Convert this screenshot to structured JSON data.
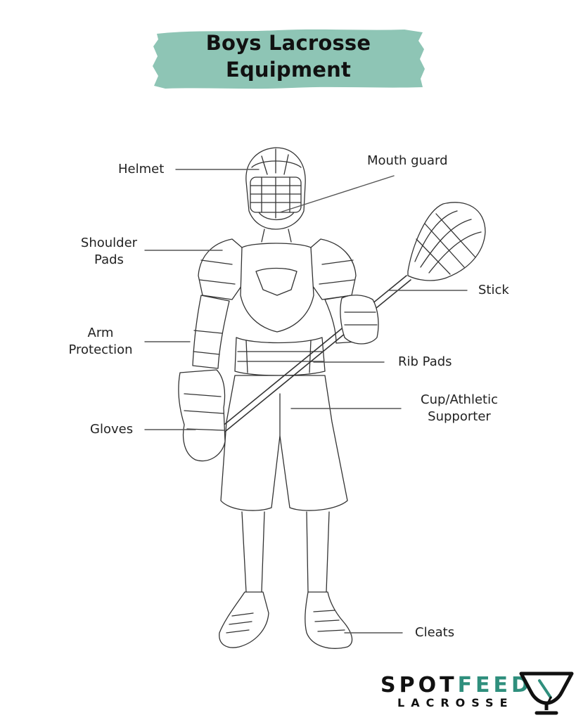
{
  "title": {
    "line1": "Boys Lacrosse",
    "line2": "Equipment"
  },
  "labels": {
    "helmet": "Helmet",
    "mouth_guard": "Mouth guard",
    "shoulder_pads": [
      "Shoulder",
      "Pads"
    ],
    "stick": "Stick",
    "arm_protection": [
      "Arm",
      "Protection"
    ],
    "rib_pads": "Rib Pads",
    "cup": [
      "Cup/Athletic",
      "Supporter"
    ],
    "gloves": "Gloves",
    "cleats": "Cleats"
  },
  "logo": {
    "word1": "SPOT",
    "word2": "FEED",
    "word3": "LACROSSE"
  },
  "colors": {
    "title_brush": "#8ec5b5",
    "logo_accent": "#2f8f7d",
    "line": "#555555"
  }
}
